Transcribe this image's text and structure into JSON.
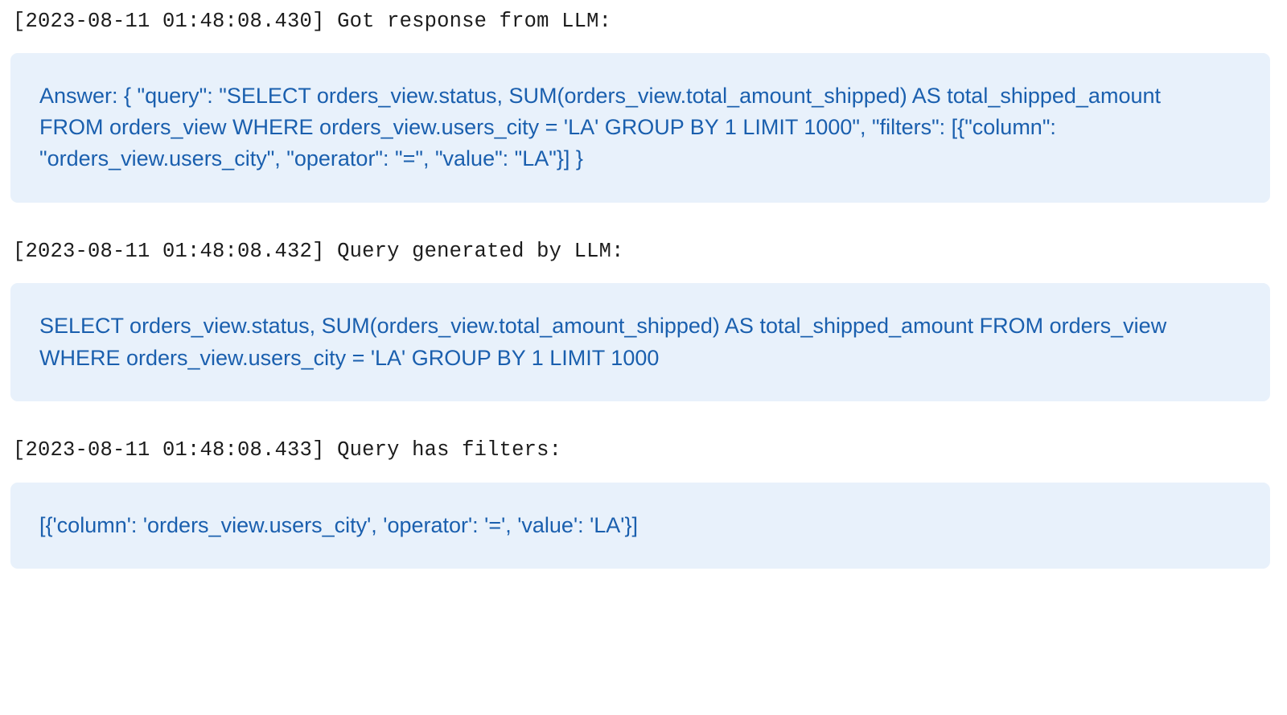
{
  "theme": {
    "page_background": "#ffffff",
    "block_background": "#e8f1fb",
    "block_text_color": "#1a5fae",
    "log_text_color": "#1c1c1c"
  },
  "log": {
    "entries": [
      {
        "id": "got-response-from-llm",
        "line": "[2023-08-11 01:48:08.430] Got response from LLM:",
        "timestamp": "[2023-08-11 01:48:08.430]",
        "message": "Got response from LLM:",
        "block": "Answer: { \"query\": \"SELECT orders_view.status, SUM(orders_view.total_amount_shipped) AS total_shipped_amount FROM orders_view WHERE orders_view.users_city = 'LA' GROUP BY 1 LIMIT 1000\", \"filters\": [{\"column\": \"orders_view.users_city\", \"operator\": \"=\", \"value\": \"LA\"}] }"
      },
      {
        "id": "query-generated-by-llm",
        "line": "[2023-08-11 01:48:08.432] Query generated by LLM:",
        "timestamp": "[2023-08-11 01:48:08.432]",
        "message": "Query generated by LLM:",
        "block": "SELECT orders_view.status, SUM(orders_view.total_amount_shipped) AS total_shipped_amount FROM orders_view WHERE orders_view.users_city = 'LA' GROUP BY 1 LIMIT 1000"
      },
      {
        "id": "query-has-filters",
        "line": "[2023-08-11 01:48:08.433] Query has filters:",
        "timestamp": "[2023-08-11 01:48:08.433]",
        "message": "Query has filters:",
        "block": "[{'column': 'orders_view.users_city', 'operator': '=', 'value': 'LA'}]"
      }
    ]
  }
}
